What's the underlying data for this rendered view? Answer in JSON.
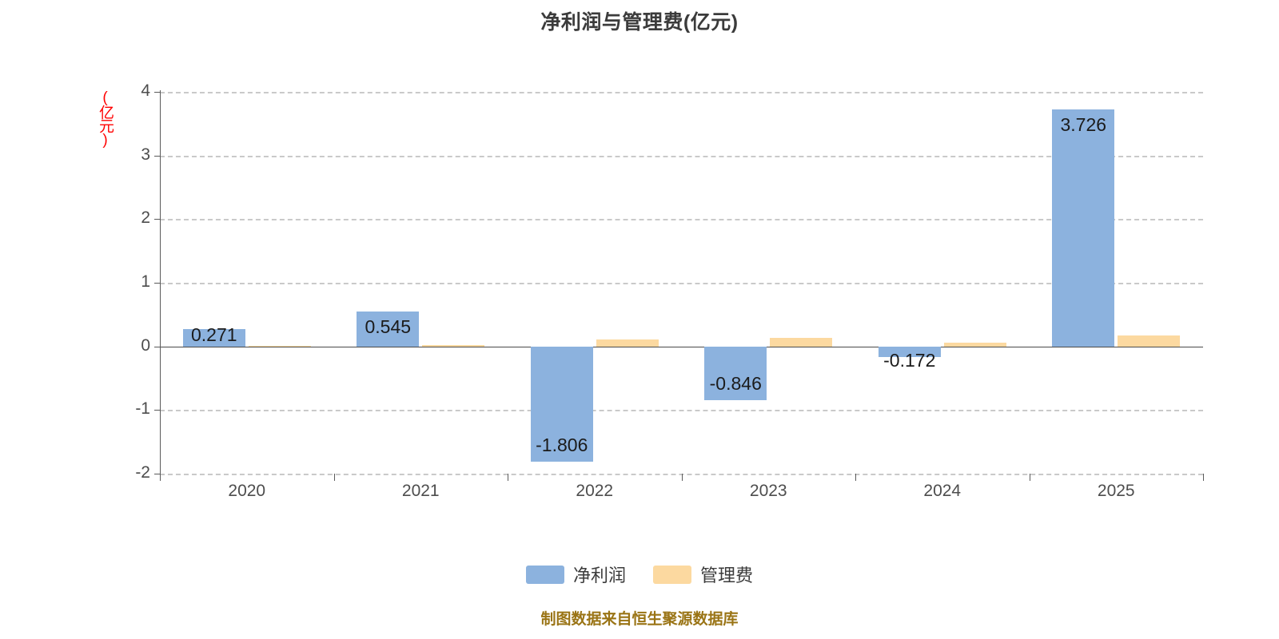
{
  "chart_data": {
    "type": "bar",
    "title": "净利润与管理费(亿元)",
    "xlabel": "",
    "ylabel": "(亿元)",
    "ylim": [
      -2,
      4
    ],
    "yticks": [
      "4",
      "3",
      "2",
      "1",
      "0",
      "-1",
      "-2"
    ],
    "grid": true,
    "legend_position": "bottom",
    "categories": [
      "2020",
      "2021",
      "2022",
      "2023",
      "2024",
      "2025"
    ],
    "series": [
      {
        "name": "净利润",
        "color": "#8cb2de",
        "values": [
          0.271,
          0.545,
          -1.806,
          -0.846,
          -0.172,
          3.726
        ],
        "labels": [
          "0.271",
          "0.545",
          "-1.806",
          "-0.846",
          "-0.172",
          "3.726"
        ]
      },
      {
        "name": "管理费",
        "color": "#fcd9a0",
        "values": [
          0.012,
          0.02,
          0.11,
          0.13,
          0.06,
          0.17
        ],
        "labels": [
          "",
          "",
          "",
          "",
          "",
          ""
        ]
      }
    ],
    "source_note": "制图数据来自恒生聚源数据库"
  },
  "axis": {
    "unit_label": "(亿元)",
    "unit_color": "#ff0000"
  },
  "legend": {
    "items": [
      {
        "label": "净利润",
        "color": "#8cb2de"
      },
      {
        "label": "管理费",
        "color": "#fcd9a0"
      }
    ]
  }
}
